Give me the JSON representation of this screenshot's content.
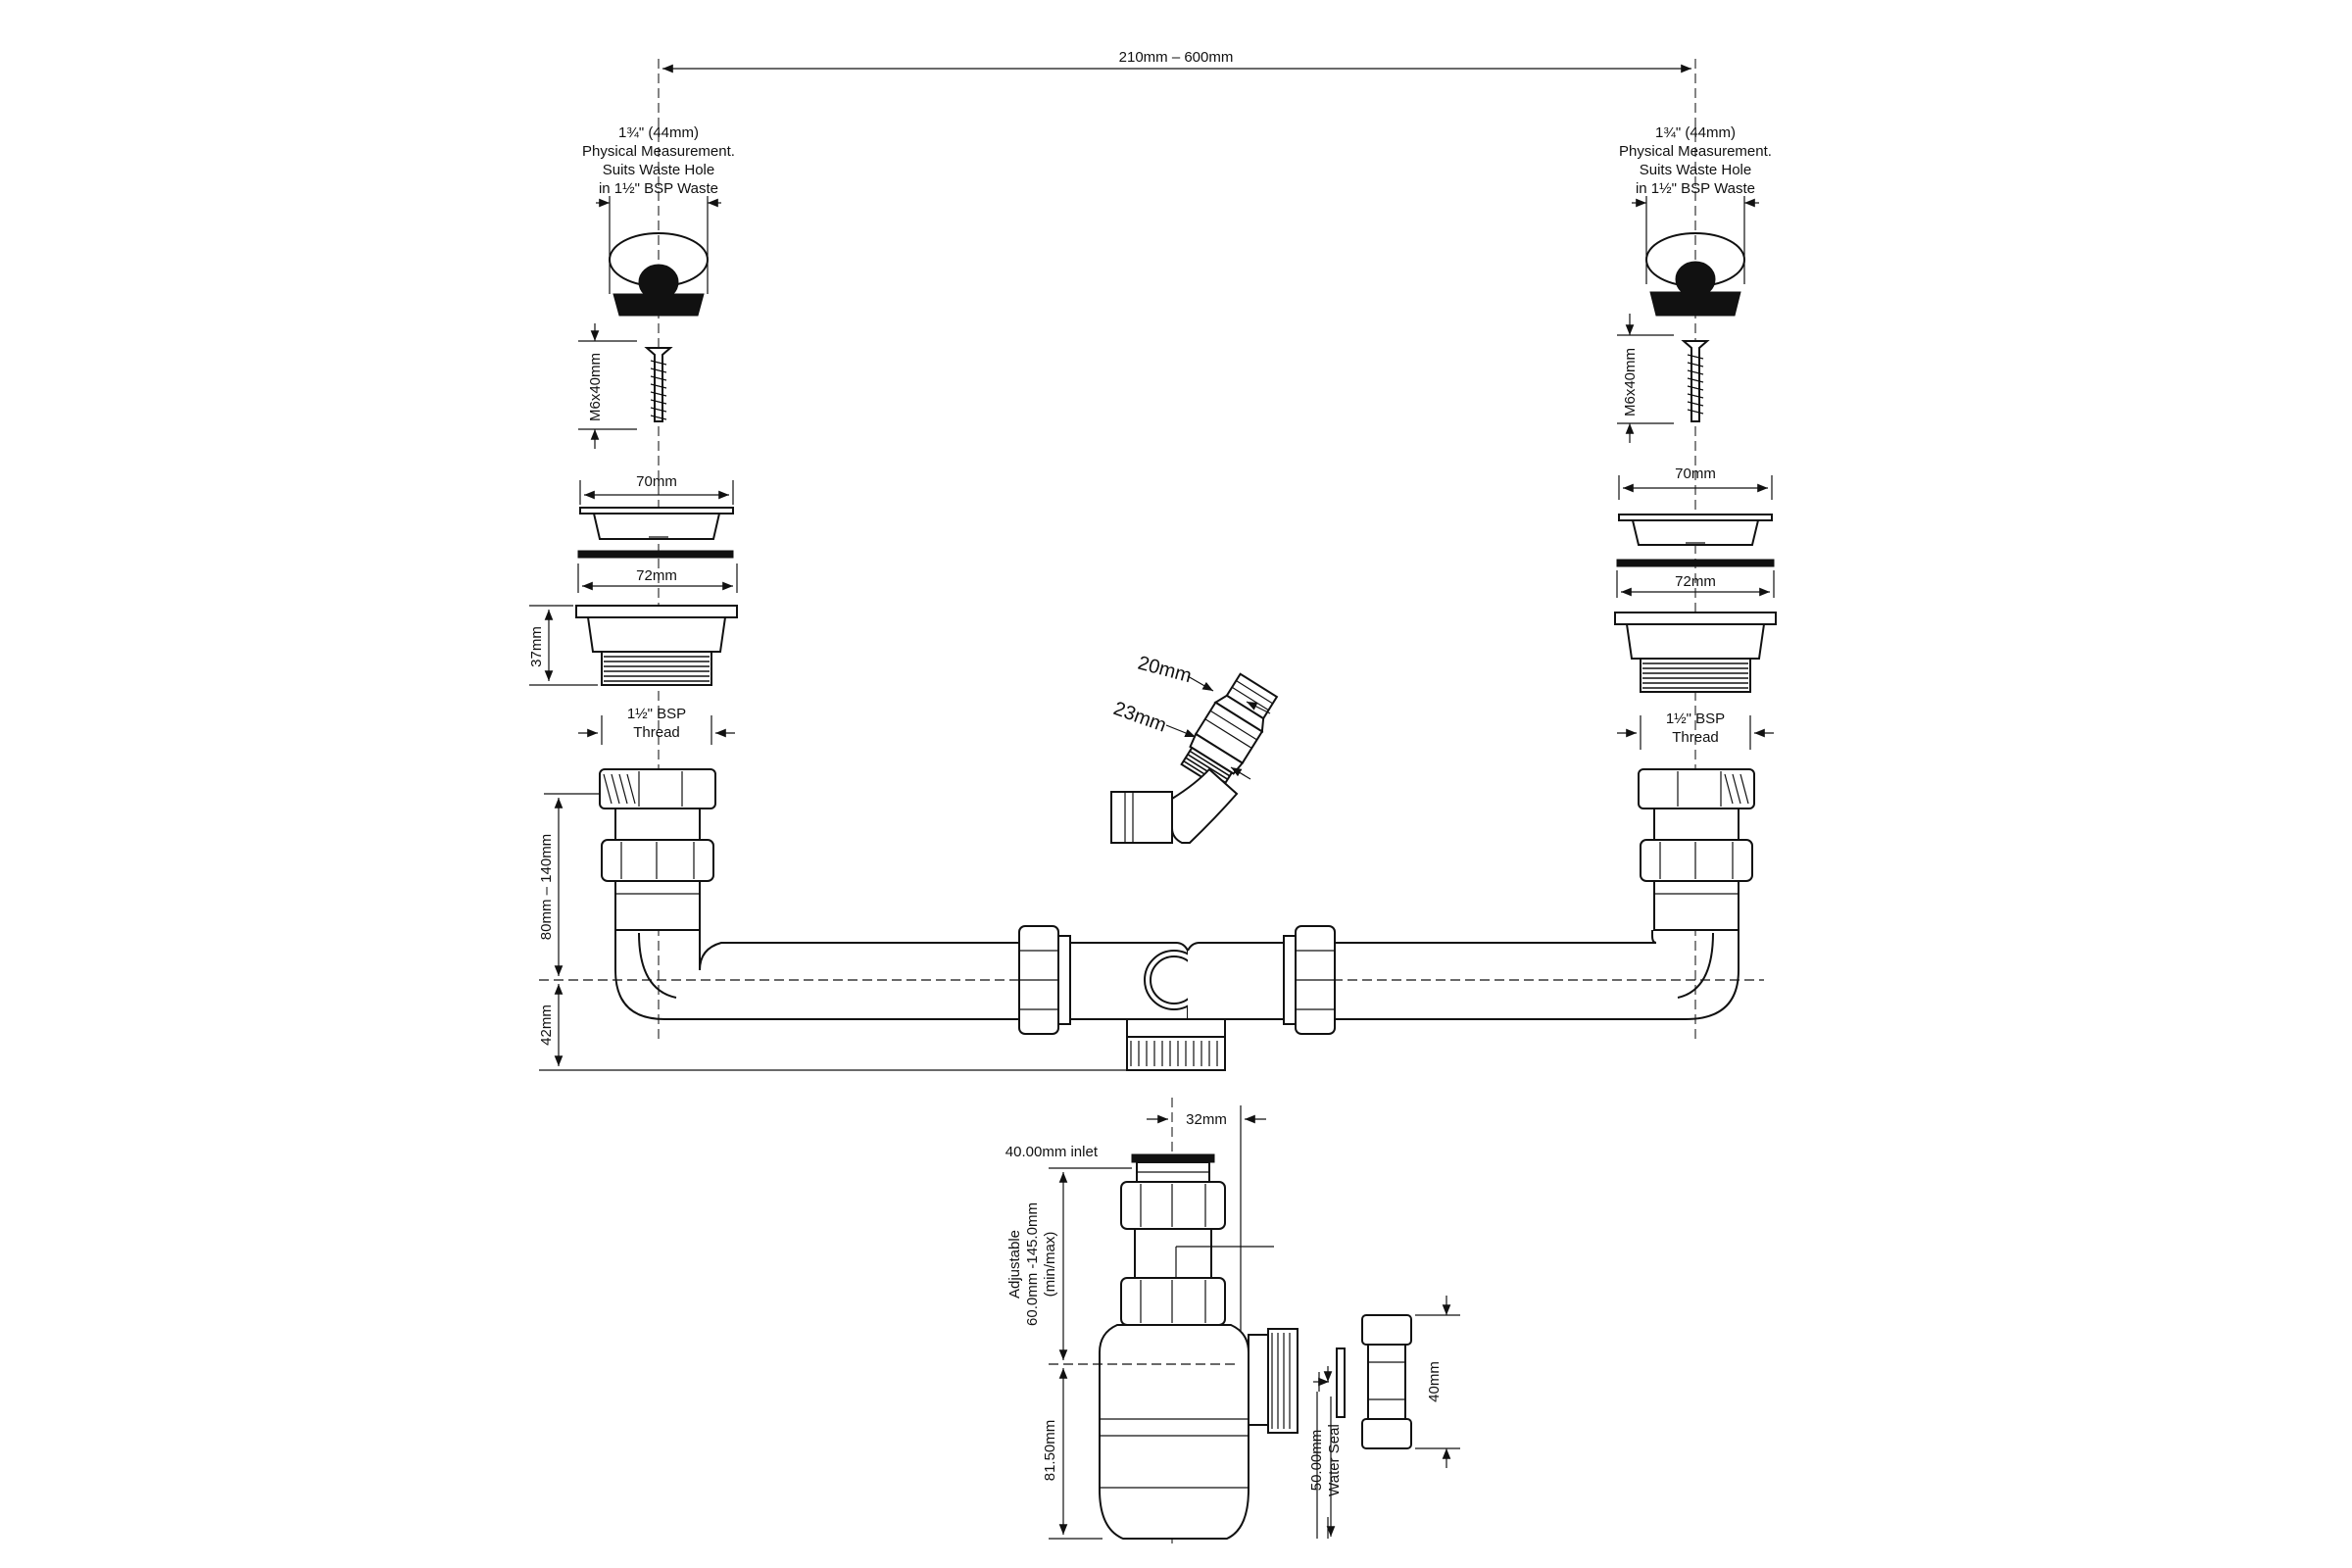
{
  "dimensions": {
    "span": "210mm – 600mm",
    "waste_hole_left": [
      "1¾\" (44mm)",
      "Physical Measurement.",
      "Suits Waste Hole",
      "in 1½\" BSP Waste"
    ],
    "waste_hole_right": [
      "1¾\" (44mm)",
      "Physical Measurement.",
      "Suits Waste Hole",
      "in 1½\" BSP Waste"
    ],
    "screw": "M6x40mm",
    "grate_width": "70mm",
    "flange_width": "72mm",
    "body_height": "37mm",
    "thread": [
      "1½\" BSP",
      "Thread"
    ],
    "tail_adjust": "80mm – 140mm",
    "pipe_offset": "42mm",
    "spigot_small": "20mm",
    "spigot_large": "23mm",
    "trap_offset": "32mm",
    "inlet": "40.00mm inlet",
    "adjustable": [
      "Adjustable",
      "60.0mm -145.0mm",
      "(min/max)"
    ],
    "trap_depth": "81.50mm",
    "water_seal": [
      "50.00mm",
      "Water Seal"
    ],
    "outlet": "40mm"
  }
}
